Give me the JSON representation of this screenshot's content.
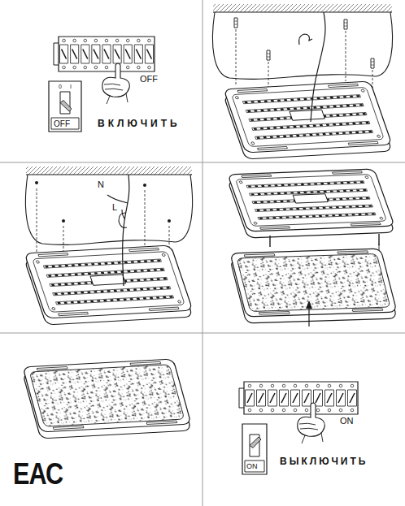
{
  "diagram": {
    "labels": [
      "0",
      "I",
      "OFF",
      "OFF",
      "ВКЛЮЧИТЬ",
      "N",
      "L",
      "ON",
      "ON",
      "ВЫКЛЮЧИТЬ",
      "ЕАС"
    ]
  }
}
